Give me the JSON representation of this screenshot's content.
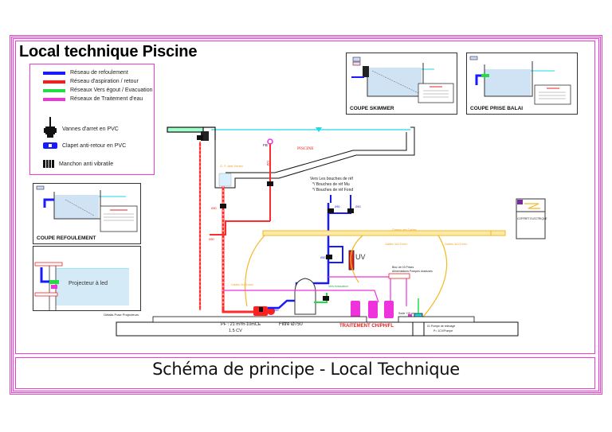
{
  "title": "Local technique Piscine",
  "legend": {
    "lines": [
      {
        "label": "Réseau de refoulement",
        "color": "#1a1aff"
      },
      {
        "label": "Réseau d'aspiration / retour",
        "color": "#ff1a1a"
      },
      {
        "label": "Réseaux Vers égout / Evacuation",
        "color": "#22dd44"
      },
      {
        "label": "Réseaux de Traitement d'eau",
        "color": "#ee33dd"
      }
    ],
    "symbols": [
      {
        "icon": "valve-icon",
        "label": "Vannes d'arret en PVC"
      },
      {
        "icon": "check-valve-icon",
        "label": "Clapet anti-retour en PVC"
      },
      {
        "icon": "anti-vibration-sleeve-icon",
        "label": "Manchon anti vibratile"
      }
    ]
  },
  "sections": {
    "skimmer": "COUPE  SKIMMER",
    "prise_balai": "COUPE  PRISE BALAI",
    "refoulement": "COUPE  REFOULEMENT",
    "projecteur": "Projecteur à led",
    "projecteur_note": "Détails Pose Projecteurs"
  },
  "diagram": {
    "pool_label": "PISCINE",
    "fb_label": "FB",
    "anti_vortex": "G. F. Anti-Vortex",
    "bouches_title": "Vers Les bouches de réf",
    "bouches_items": [
      "*/    Bouches de réf Mu",
      "*/    Bouches de réf Fond"
    ],
    "uv_label": "UV",
    "chemin_cables": "Chemin des Cables",
    "cables_1": "Cables 3x2.5 mm²",
    "cables_2": "Cables 3x2.5 mm²",
    "cables_3": "Cables 3x2.5 mm²",
    "bloc_prises_1": "Bloc de 03 Prises",
    "bloc_prises_2": "Alimentations Pompes doseuses",
    "coffret": "COFFRET ELECTRIQUE",
    "evacuation": "Vers évacuation",
    "pump_spec_1": "PF : 21 m³/h-10mCE",
    "pump_spec_2": "1.5 CV",
    "filter_spec": "Filtre Ø750",
    "treatment": "TRAITEMENT CH/PH/FL",
    "socle": "Socle +15 cm",
    "relevage_1": "01 Pompe de relevage",
    "relevage_2": "P= 1CV/Pompe",
    "diameters": [
      "Ø63",
      "Ø50",
      "Ø50",
      "Ø63",
      "Ø63",
      "Ø50",
      "Ø63"
    ]
  },
  "footer": "Schéma de principe - Local Technique",
  "colors": {
    "frame": "#ee3bd6",
    "refoulement": "#1a1aff",
    "aspiration": "#ff1a1a",
    "evacuation": "#22dd44",
    "traitement": "#ee33dd",
    "cables": "#f5b820",
    "water": "#22d8e8"
  }
}
